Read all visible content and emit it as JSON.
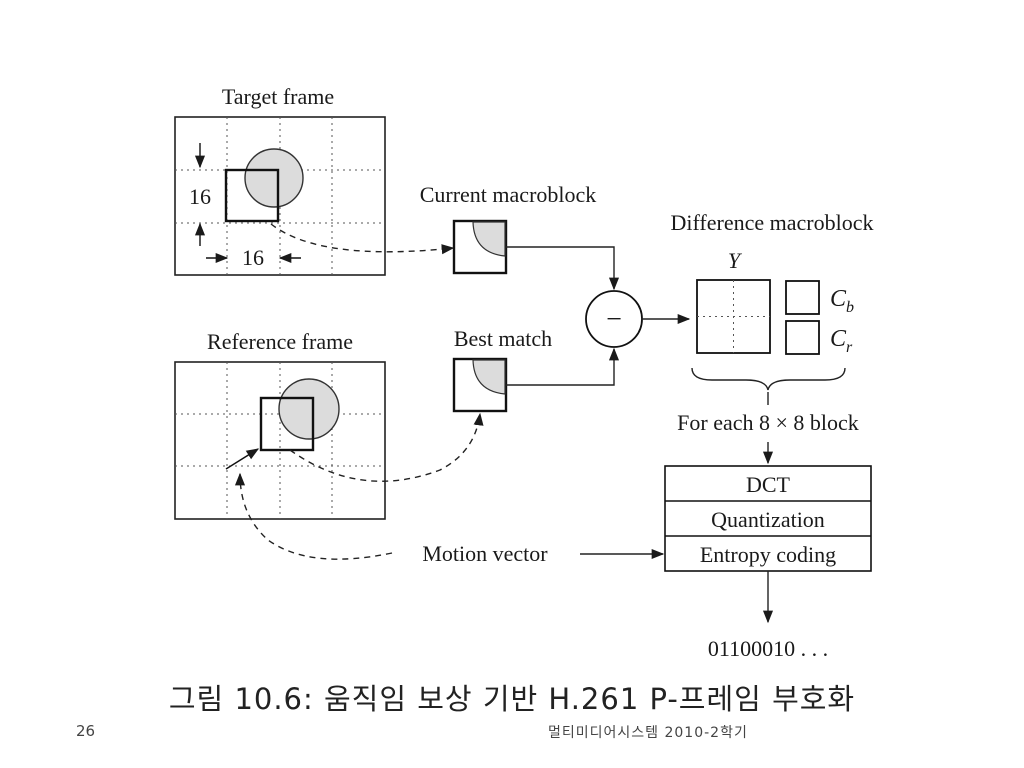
{
  "diagram": {
    "target_frame_title": "Target frame",
    "reference_frame_title": "Reference frame",
    "current_macroblock_label": "Current macroblock",
    "best_match_label": "Best match",
    "difference_macroblock_label": "Difference macroblock",
    "luma_label": "Y",
    "cb_label_main": "C",
    "cb_label_sub": "b",
    "cr_label_main": "C",
    "cr_label_sub": "r",
    "minus_symbol": "−",
    "dim_height": "16",
    "dim_width": "16",
    "for_each_block": "For each 8 × 8 block",
    "pipeline": [
      "DCT",
      "Quantization",
      "Entropy coding"
    ],
    "motion_vector_label": "Motion vector",
    "output_bits": "01100010 . . ."
  },
  "slide": {
    "caption": "그림 10.6: 움직임 보상 기반 H.261 P-프레임 부호화",
    "page_number": "26",
    "course": "멀티미디어시스템   2010-2학기"
  }
}
